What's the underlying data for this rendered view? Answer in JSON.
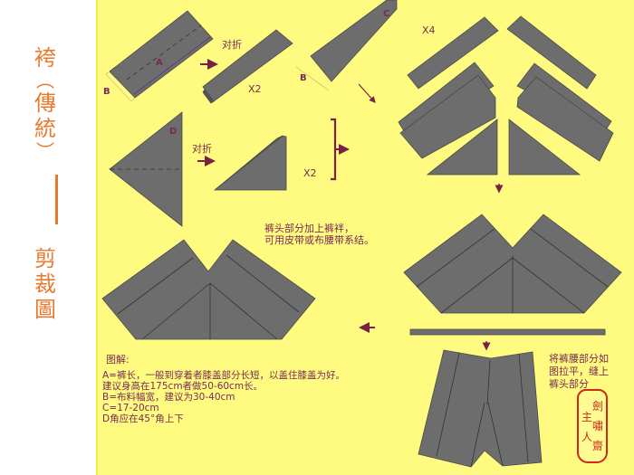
{
  "sidebar": {
    "title_chars": [
      "袴",
      "︵",
      "傳",
      "統",
      "︶"
    ],
    "subtitle_chars": [
      "剪",
      "裁",
      "圖"
    ],
    "accent_color": "#e87a2e"
  },
  "canvas": {
    "background_color": "#fefb80",
    "shape_color": "#6d6d6d",
    "text_color": "#7a2a55"
  },
  "steps": {
    "fold_label_1": "对折",
    "fold_label_2": "对折",
    "x2_label_1": "X2",
    "x2_label_2": "X2",
    "x4_label": "X4",
    "label_a": "A",
    "label_b_1": "B",
    "label_b_2": "B",
    "label_c": "C",
    "label_d": "D"
  },
  "notes": {
    "waist_note_line1": "裤头部分加上裤袢，",
    "waist_note_line2": "可用皮带或布腰带系结。",
    "sew_note_line1": "将裤腰部分如",
    "sew_note_line2": "图拉平，缝上",
    "sew_note_line3": "裤头部分"
  },
  "legend": {
    "title": "图解:",
    "lines": [
      "A=裤长，一般到穿着者膝盖部分长短，以盖住膝盖为好。",
      "建议身高在175cm者做50-60cm长。",
      "B=布料幅宽，建议为30-40cm",
      "C=17-20cm",
      "D角应在45°角上下"
    ]
  },
  "seal": {
    "col1": [
      "劍",
      "嘯",
      "齋"
    ],
    "col2": [
      "主",
      "人"
    ],
    "color": "#d0281c"
  }
}
